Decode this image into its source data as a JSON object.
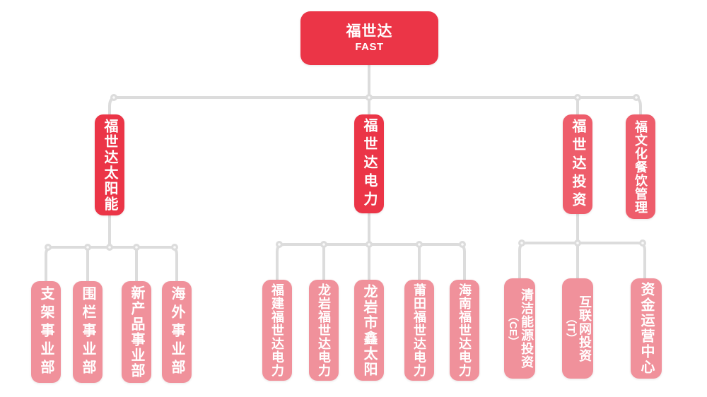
{
  "palette": {
    "level1_red": "#eb3547",
    "level2_red_light": "#ee5d6b",
    "level3_pink": "#f0919b",
    "connector_gray": "#dcdcdc",
    "text_white": "#ffffff"
  },
  "org": {
    "root": {
      "name": "福世达",
      "subtitle": "FAST"
    },
    "branches": [
      {
        "name": "福世达太阳能",
        "children": [
          {
            "label": "支架事业部"
          },
          {
            "label": "围栏事业部"
          },
          {
            "label": "新产品事业部"
          },
          {
            "label": "海外事业部"
          }
        ]
      },
      {
        "name": "福世达电力",
        "children": [
          {
            "label": "福建福世达电力"
          },
          {
            "label": "龙岩福世达电力"
          },
          {
            "label": "龙岩市鑫太阳"
          },
          {
            "label": "莆田福世达电力"
          },
          {
            "label": "海南福世达电力"
          }
        ]
      },
      {
        "name": "福世达投资",
        "children": [
          {
            "label": "清洁能源投资",
            "sub": "（CE）"
          },
          {
            "label": "互联网投资",
            "sub": "（IT）"
          },
          {
            "label": "资金运营中心"
          }
        ]
      },
      {
        "name": "福文化餐饮管理",
        "children": []
      }
    ]
  }
}
